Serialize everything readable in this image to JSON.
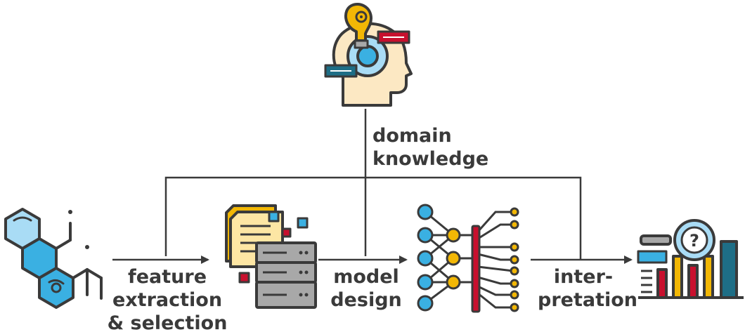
{
  "domain_knowledge": {
    "line1": "domain",
    "line2": "knowledge"
  },
  "feature_extraction": {
    "line1": "feature",
    "line2": "extraction",
    "line3": "& selection"
  },
  "model_design": {
    "line1": "model",
    "line2": "design"
  },
  "interpretation": {
    "line1": "inter-",
    "line2": "pretation"
  },
  "colors": {
    "outline": "#3a3a3a",
    "blue": "#3ab0e2",
    "light_blue": "#a9dcf5",
    "yellow": "#f2b705",
    "light_yellow": "#fde6a4",
    "red": "#c8102e",
    "teal": "#1e6e86",
    "gray": "#a8a8a8",
    "skin": "#fce8c3"
  }
}
